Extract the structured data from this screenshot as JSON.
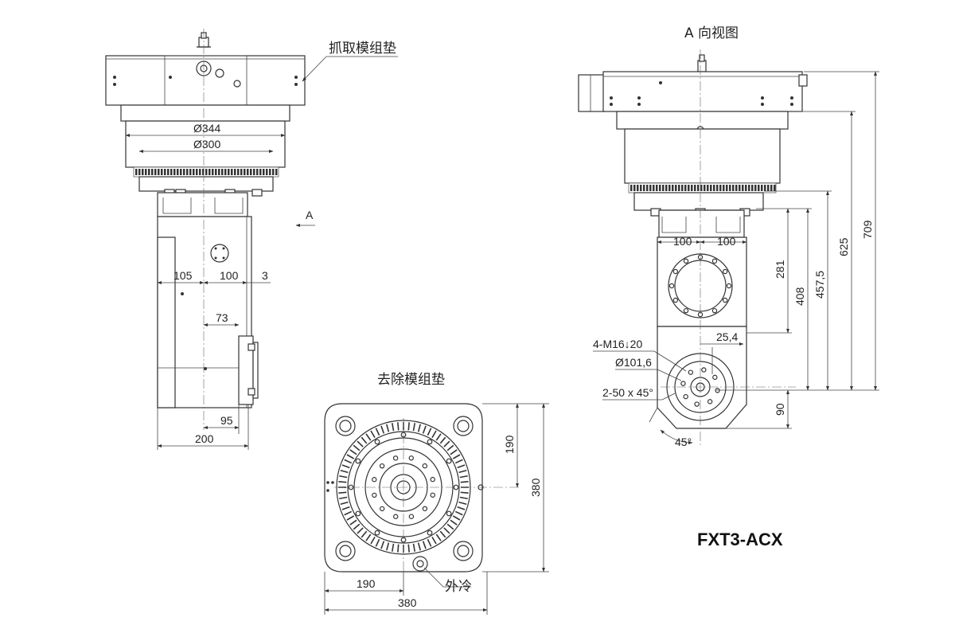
{
  "labels": {
    "pickup_pad": "抓取模组垫",
    "view_a": "A 向视图",
    "removed_pad": "去除模组垫",
    "arrow_a": "A",
    "coolant": "外冷",
    "model": "FXT3-ACX"
  },
  "dims": {
    "d344": "Ø344",
    "d300": "Ø300",
    "d105": "105",
    "d100a": "100",
    "d3": "3",
    "d73": "73",
    "d95": "95",
    "d200": "200",
    "d100b": "100",
    "d100c": "100",
    "d281": "281",
    "d408": "408",
    "d4575": "457,5",
    "d625": "625",
    "d709": "709",
    "d254": "25,4",
    "thread": "4-M16↓20",
    "d1016": "Ø101,6",
    "chamfer": "2-50 x 45°",
    "d90": "90",
    "ang45": "45°",
    "d190v": "190",
    "d380v": "380",
    "d190h": "190",
    "d380h": "380"
  }
}
